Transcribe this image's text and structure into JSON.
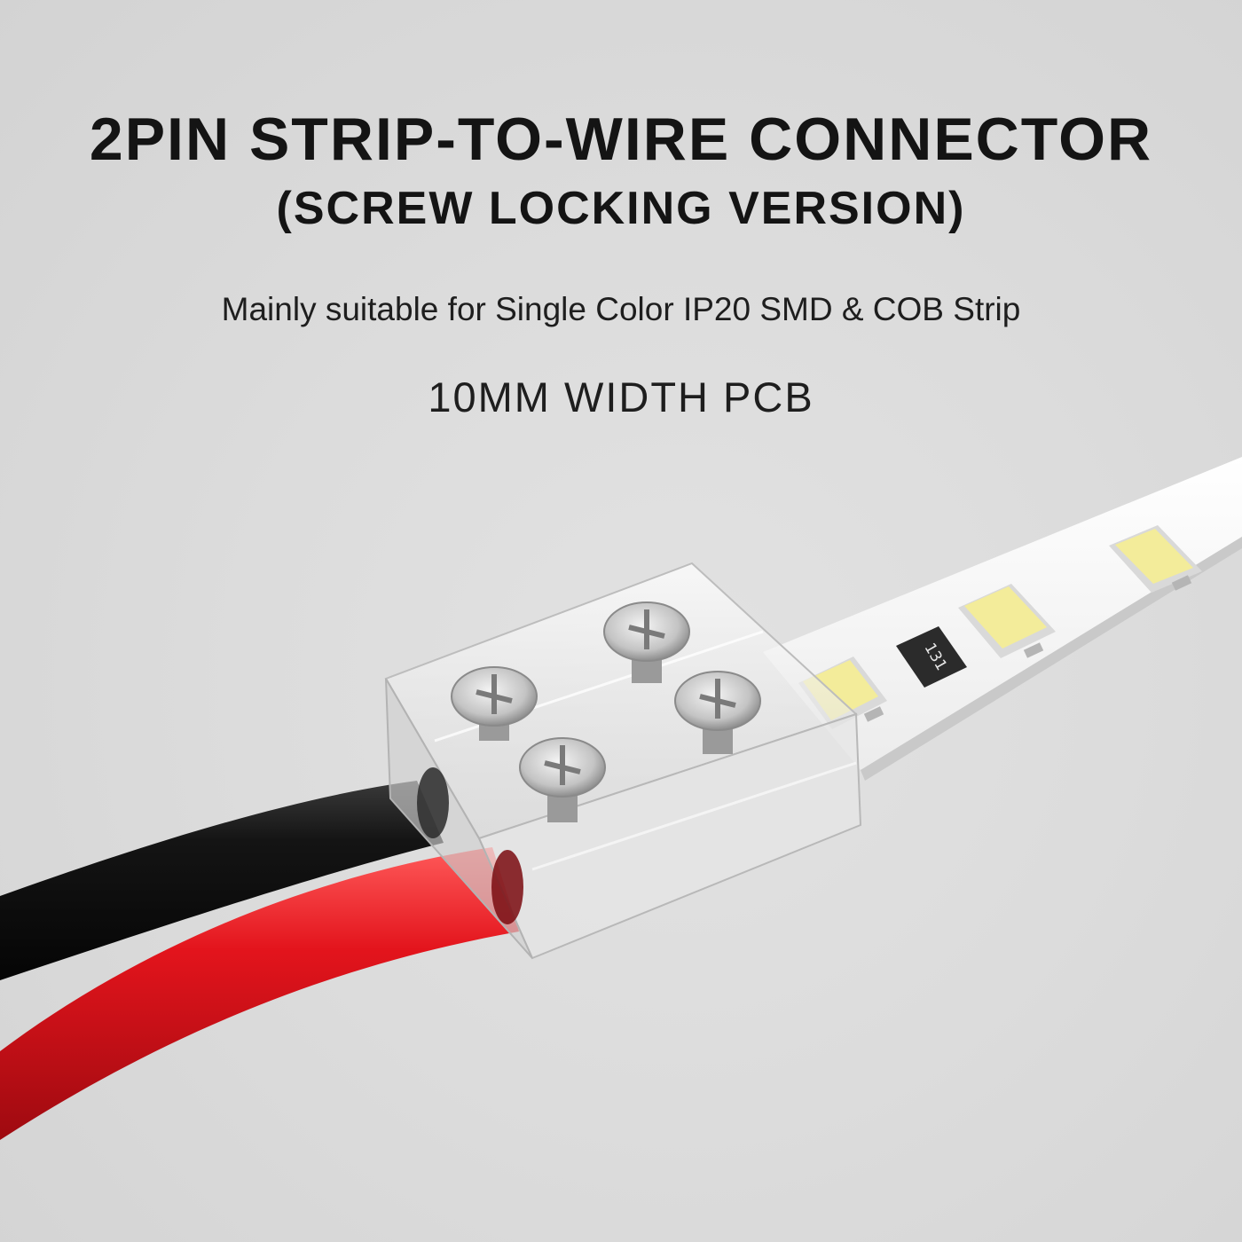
{
  "heading": {
    "title": "2PIN STRIP-TO-WIRE CONNECTOR",
    "subtitle": "(SCREW LOCKING VERSION)",
    "description": "Mainly suitable for Single Color IP20 SMD & COB Strip",
    "pcb_width": "10MM WIDTH PCB"
  },
  "product": {
    "resistor_marking": "131",
    "colors": {
      "background": "#dcdcdc",
      "strip": "#f7f7f7",
      "led_chip": "#f3ec9a",
      "red_wire": "#e3141c",
      "black_wire": "#141414",
      "screw": "#c9c9c9"
    }
  }
}
